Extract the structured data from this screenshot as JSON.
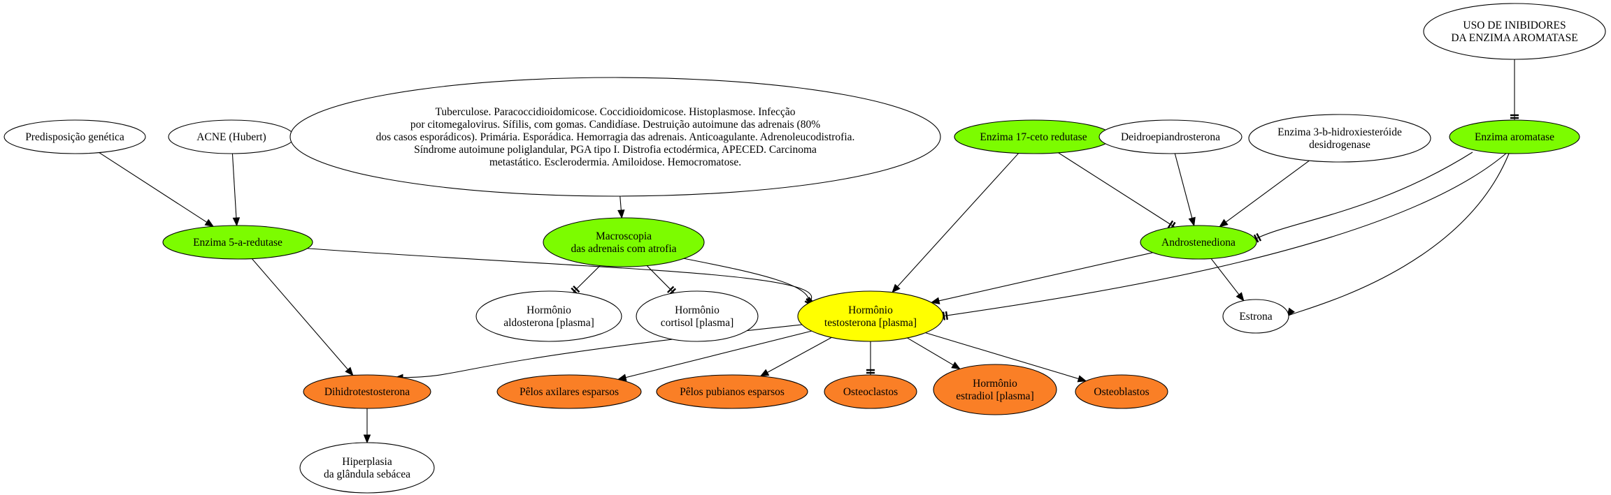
{
  "colors": {
    "green": "#7cfc00",
    "yellow": "#ffff00",
    "orange": "#fa7f26",
    "white": "#ffffff",
    "stroke": "#000000"
  },
  "nodes": [
    {
      "id": "uso",
      "fill": "white",
      "lines": [
        "USO DE INIBIDORES",
        "DA ENZIMA AROMATASE"
      ]
    },
    {
      "id": "predisposicao",
      "fill": "white",
      "lines": [
        "Predisposição genética"
      ]
    },
    {
      "id": "acne",
      "fill": "white",
      "lines": [
        "ACNE (Hubert)"
      ]
    },
    {
      "id": "tuberculose",
      "fill": "white",
      "lines": [
        "Tuberculose. Paracoccidioidomicose. Coccidioidomicose. Histoplasmose. Infecção",
        "por citomegalovirus. Sífilis, com gomas. Candidíase. Destruição autoimune das adrenais (80%",
        "dos casos esporádicos). Primária. Esporádica. Hemorragia das adrenais. Anticoagulante. Adrenoleucodistrofia.",
        "Síndrome autoimune poliglandular, PGA tipo I. Distrofia ectodérmica, APECED. Carcinoma",
        "metastático. Esclerodermia. Amiloidose. Hemocromatose."
      ]
    },
    {
      "id": "enzima17",
      "fill": "green",
      "lines": [
        "Enzima 17-ceto redutase"
      ]
    },
    {
      "id": "deidroepiandrosterona",
      "fill": "white",
      "lines": [
        "Deidroepiandrosterona"
      ]
    },
    {
      "id": "enzima3b",
      "fill": "white",
      "lines": [
        "Enzima 3-b-hidroxiesteróide",
        "desidrogenase"
      ]
    },
    {
      "id": "aromatase",
      "fill": "green",
      "lines": [
        "Enzima aromatase"
      ]
    },
    {
      "id": "enzima5a",
      "fill": "green",
      "lines": [
        "Enzima 5-a-redutase"
      ]
    },
    {
      "id": "macroscopia",
      "fill": "green",
      "lines": [
        "Macroscopia",
        "das adrenais com atrofia"
      ]
    },
    {
      "id": "androstenediona",
      "fill": "green",
      "lines": [
        "Androstenediona"
      ]
    },
    {
      "id": "aldosterona",
      "fill": "white",
      "lines": [
        "Hormônio",
        "aldosterona [plasma]"
      ]
    },
    {
      "id": "cortisol",
      "fill": "white",
      "lines": [
        "Hormônio",
        "cortisol [plasma]"
      ]
    },
    {
      "id": "testosterona",
      "fill": "yellow",
      "lines": [
        "Hormônio",
        "testosterona [plasma]"
      ]
    },
    {
      "id": "estrona",
      "fill": "white",
      "lines": [
        "Estrona"
      ]
    },
    {
      "id": "dihidrotestosterona",
      "fill": "orange",
      "lines": [
        "Dihidrotestosterona"
      ]
    },
    {
      "id": "axilares",
      "fill": "orange",
      "lines": [
        "Pêlos axilares esparsos"
      ]
    },
    {
      "id": "pubianos",
      "fill": "orange",
      "lines": [
        "Pêlos pubianos esparsos"
      ]
    },
    {
      "id": "osteoclastos",
      "fill": "orange",
      "lines": [
        "Osteoclastos"
      ]
    },
    {
      "id": "estradiol",
      "fill": "orange",
      "lines": [
        "Hormônio",
        "estradiol [plasma]"
      ]
    },
    {
      "id": "osteoblastos",
      "fill": "orange",
      "lines": [
        "Osteoblastos"
      ]
    },
    {
      "id": "hiperplasia",
      "fill": "white",
      "lines": [
        "Hiperplasia",
        "da glândula sebácea"
      ]
    }
  ],
  "edges": [
    {
      "from": "uso",
      "to": "aromatase",
      "head": "tee"
    },
    {
      "from": "predisposicao",
      "to": "enzima5a",
      "head": "arrow"
    },
    {
      "from": "acne",
      "to": "enzima5a",
      "head": "arrow"
    },
    {
      "from": "tuberculose",
      "to": "macroscopia",
      "head": "arrow"
    },
    {
      "from": "macroscopia",
      "to": "aldosterona",
      "head": "tee"
    },
    {
      "from": "macroscopia",
      "to": "cortisol",
      "head": "tee"
    },
    {
      "from": "macroscopia",
      "to": "testosterona",
      "head": "tee"
    },
    {
      "from": "enzima5a",
      "to": "testosterona",
      "head": "tee"
    },
    {
      "from": "enzima5a",
      "to": "dihidrotestosterona",
      "head": "arrow"
    },
    {
      "from": "dihidrotestosterona",
      "to": "hiperplasia",
      "head": "arrow"
    },
    {
      "from": "enzima17",
      "to": "testosterona",
      "head": "arrow"
    },
    {
      "from": "enzima17",
      "to": "androstenediona",
      "head": "tee"
    },
    {
      "from": "deidroepiandrosterona",
      "to": "androstenediona",
      "head": "arrow"
    },
    {
      "from": "enzima3b",
      "to": "androstenediona",
      "head": "arrow"
    },
    {
      "from": "aromatase",
      "to": "androstenediona",
      "head": "tee"
    },
    {
      "from": "aromatase",
      "to": "testosterona",
      "head": "tee"
    },
    {
      "from": "aromatase",
      "to": "estrona",
      "head": "arrow"
    },
    {
      "from": "androstenediona",
      "to": "testosterona",
      "head": "arrow"
    },
    {
      "from": "androstenediona",
      "to": "estrona",
      "head": "arrow"
    },
    {
      "from": "testosterona",
      "to": "dihidrotestosterona",
      "head": "arrow"
    },
    {
      "from": "testosterona",
      "to": "axilares",
      "head": "arrow"
    },
    {
      "from": "testosterona",
      "to": "pubianos",
      "head": "arrow"
    },
    {
      "from": "testosterona",
      "to": "osteoclastos",
      "head": "tee"
    },
    {
      "from": "testosterona",
      "to": "estradiol",
      "head": "arrow"
    },
    {
      "from": "testosterona",
      "to": "osteoblastos",
      "head": "arrow"
    }
  ]
}
